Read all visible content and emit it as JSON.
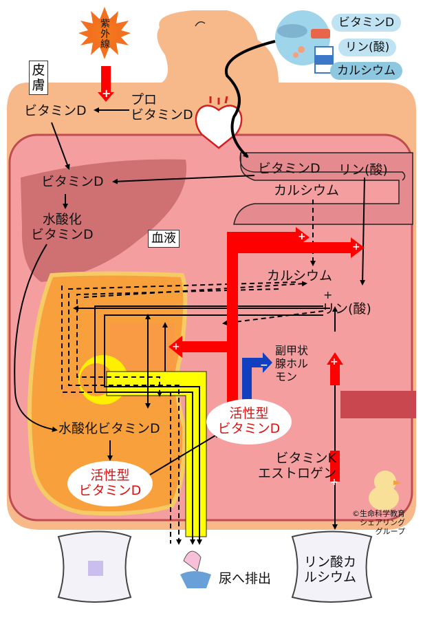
{
  "sun": {
    "label": "紫外線"
  },
  "skin": {
    "label": "皮膚"
  },
  "blood": {
    "label": "血液"
  },
  "food": {
    "items": [
      "ビタミンD",
      "リン(酸)",
      "カルシウム"
    ]
  },
  "labels": {
    "pro_vitamin_d": "プロ\nビタミンD",
    "skin_vitamin_d": "ビタミンD",
    "liver_vitamin_d": "ビタミンD",
    "liver_hydroxy": "水酸化\nビタミンD",
    "gut_vitamin_d": "ビタミンD",
    "gut_phosphate": "リン(酸)",
    "gut_calcium": "カルシウム",
    "blood_calcium": "カルシウム",
    "plus": "+",
    "blood_phosphate": "リン(酸)",
    "pth": "副甲状\n腺ホル\nモン",
    "kidney_hydroxy": "水酸化ビタミンD",
    "active_kidney": "活性型\nビタミンD",
    "active_blood": "活性型\nビタミンD",
    "vitk_estrogen": "ビタミンK\nエストロゲン",
    "urine": "尿へ排出",
    "bone_mineral": "リン酸カ\nルシウム"
  },
  "signs": {
    "plus": "+",
    "minus": "−"
  },
  "credit": "©生命科学教育\nシェアリング\nグループ",
  "colors": {
    "body": "#f7b98a",
    "blood": "#f49ea0",
    "liver": "#c8676b",
    "kidney": "#f7a03c",
    "red_arrow": "#ff0000",
    "blue_arrow": "#1040c0",
    "urine_channel": "#ffff00",
    "active_text": "#e01010"
  }
}
